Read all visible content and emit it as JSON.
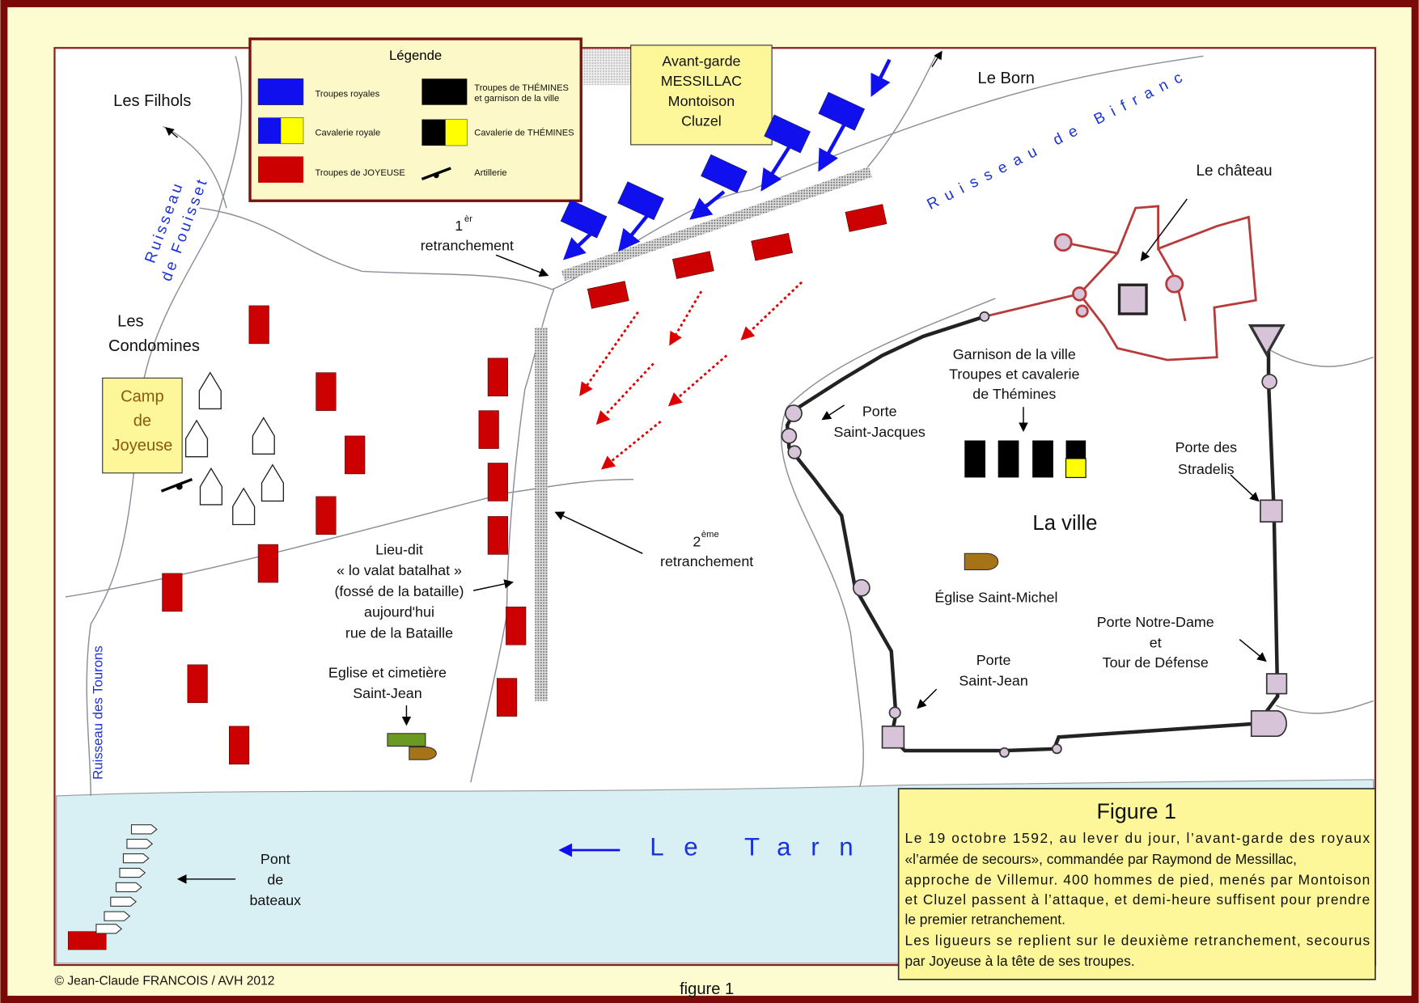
{
  "legend": {
    "title": "Légende",
    "items": [
      {
        "label": "Troupes royales",
        "colors": [
          "#1010ee"
        ]
      },
      {
        "label": "Cavalerie royale",
        "colors": [
          "#1010ee",
          "#ffff00"
        ]
      },
      {
        "label": "Troupes de JOYEUSE",
        "colors": [
          "#cc0000"
        ]
      },
      {
        "label_lines": [
          "Troupes de THÉMINES",
          "et garnison de la ville"
        ],
        "colors": [
          "#000000"
        ]
      },
      {
        "label": "Cavalerie de THÉMINES",
        "colors": [
          "#000000",
          "#ffff00"
        ]
      },
      {
        "label": "Artillerie",
        "icon": "cannon-icon"
      }
    ]
  },
  "avant_garde": [
    "Avant-garde",
    "MESSILLAC",
    "Montoison",
    "Cluzel"
  ],
  "camp": [
    "Camp",
    "de",
    "Joyeuse"
  ],
  "places": {
    "filhols": "Les Filhols",
    "born": "Le Born",
    "condomines": [
      "Les",
      "Condomines"
    ],
    "chateau": "Le château",
    "garnison": [
      "Garnison de la ville",
      "Troupes et cavalerie",
      "de Thémines"
    ],
    "porte_jacques": [
      "Porte",
      "Saint-Jacques"
    ],
    "porte_stradelis": [
      "Porte des",
      "Stradelis"
    ],
    "ville": "La ville",
    "eglise_michel": "Église Saint-Michel",
    "porte_notre_dame": [
      "Porte Notre-Dame",
      "et",
      "Tour de Défense"
    ],
    "porte_jean": [
      "Porte",
      "Saint-Jean"
    ],
    "eglise_jean": [
      "Eglise et cimetière",
      "Saint-Jean"
    ],
    "lieu_dit": [
      "Lieu-dit",
      "« lo valat batalhat »",
      "(fossé de la bataille)",
      "aujourd'hui",
      "rue de la Bataille"
    ],
    "retr1": {
      "num": "1",
      "sup": "èr",
      "word": "retranchement"
    },
    "retr2": {
      "num": "2",
      "sup": "ème",
      "word": "retranchement"
    },
    "pont": [
      "Pont",
      "de",
      "bateaux"
    ],
    "tarn": "Le Tarn"
  },
  "streams": {
    "fouisset": [
      "Ruisseau",
      "de Fouisset"
    ],
    "bifranc": "Ruisseau de Bifranc",
    "tourons": "Ruisseau des Tourons"
  },
  "caption": {
    "title": "Figure 1",
    "lines": [
      "Le 19 octobre 1592, au lever du jour, l’avant-garde des royaux",
      "«l’armée de secours», commandée par Raymond de Messillac,",
      "approche de Villemur. 400 hommes de pied, menés par Montoison",
      "et Cluzel passent à l’attaque, et demi-heure suffisent pour prendre",
      "le premier retranchement.",
      "Les ligueurs se replient sur le deuxième retranchement, secourus",
      "par Joyeuse à la tête de ses troupes."
    ]
  },
  "copyright": "© Jean-Claude FRANCOIS / AVH 2012",
  "footer": "figure 1",
  "colors": {
    "frame": "#7a0a0a",
    "royal": "#1010ee",
    "joyeuse": "#cc0000",
    "castle": "#b83a3a",
    "tower": "#d8c4d8",
    "river": "#d8f0f4"
  }
}
